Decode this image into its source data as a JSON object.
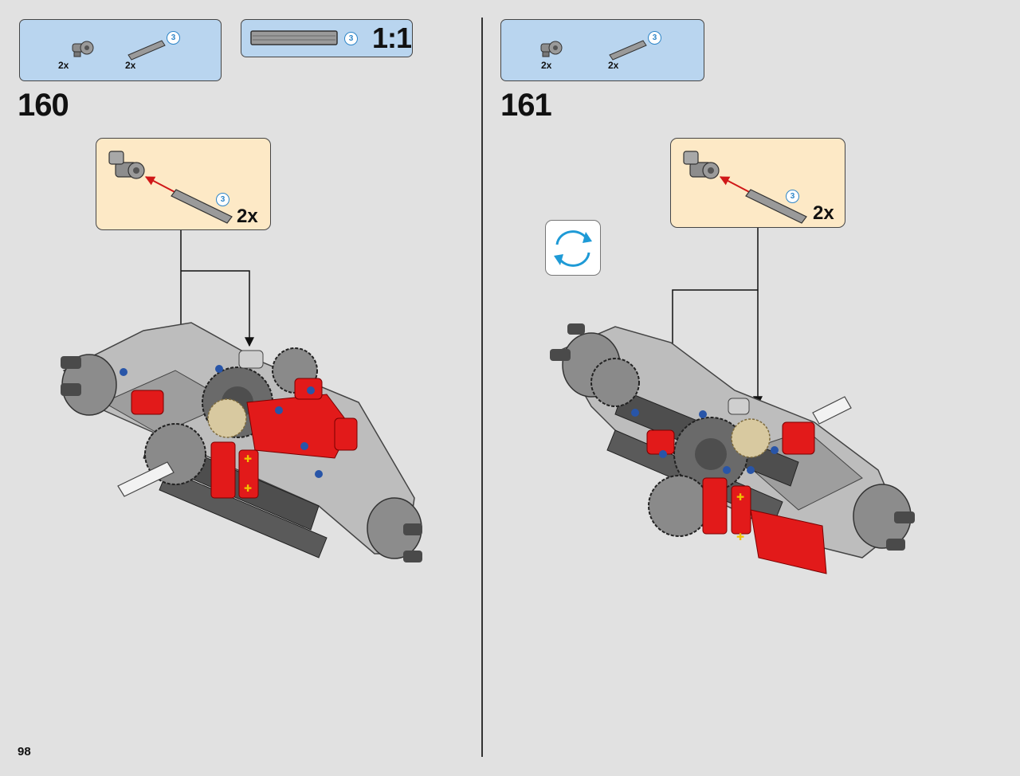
{
  "page": {
    "number": "98",
    "background": "#e1e1e1"
  },
  "colors": {
    "parts_box": "#b9d5ef",
    "callout_box": "#fde9c6",
    "part_red": "#e21a1a",
    "part_light_gray": "#b8b8b8",
    "part_dark_gray": "#5a5a5a",
    "part_tan": "#d8c9a0",
    "badge_blue": "#2f86c8"
  },
  "steps": [
    {
      "number": "160",
      "parts_list": [
        {
          "part": "axle-connector",
          "icon": "axle-connector-icon",
          "qty": "2x"
        },
        {
          "part": "axle-3",
          "icon": "axle-icon",
          "qty": "2x",
          "length": "3"
        }
      ],
      "scale_box": {
        "part": "axle-3",
        "length": "3",
        "scale": "1:1"
      },
      "sub_assembly": {
        "qty": "2x",
        "length": "3"
      }
    },
    {
      "number": "161",
      "parts_list": [
        {
          "part": "axle-connector",
          "icon": "axle-connector-icon",
          "qty": "2x"
        },
        {
          "part": "axle-3",
          "icon": "axle-icon",
          "qty": "2x",
          "length": "3"
        }
      ],
      "rotate_icon": "rotate-model-icon",
      "sub_assembly": {
        "qty": "2x",
        "length": "3"
      }
    }
  ]
}
